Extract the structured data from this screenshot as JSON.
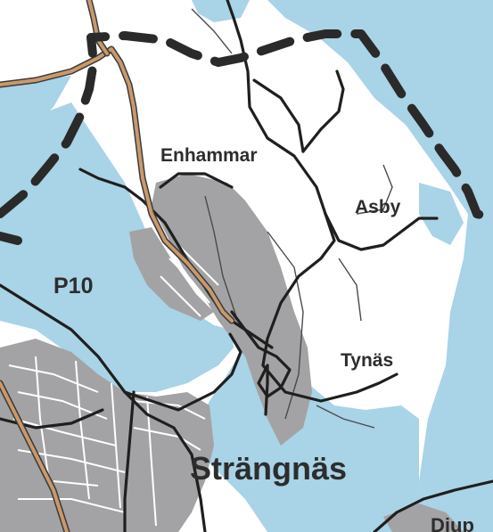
{
  "labels": {
    "enhammar": "Enhammar",
    "asby": "Asby",
    "p10": "P10",
    "tynas": "Tynäs",
    "strangnas": "Strängnäs",
    "djup": "Djup"
  },
  "colors": {
    "water": "#a9d3e6",
    "land": "#ffffff",
    "urban": "#a3a3a5",
    "main_road": "#1f1f1f",
    "local_road": "#4a4a4a",
    "highway_casing": "#3a3a3a",
    "highway_fill": "#c9996b",
    "boundary": "#2a2a2a",
    "label": "#2d2d2d"
  }
}
